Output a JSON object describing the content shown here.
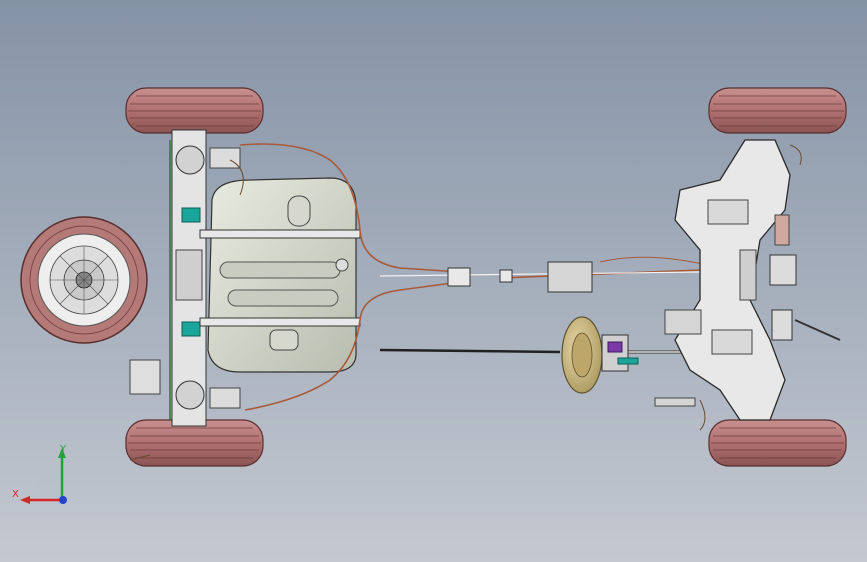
{
  "viewport": {
    "background_top": "#8593a6",
    "background_bottom": "#c4c9d1"
  },
  "colors": {
    "tire": "#b87c7c",
    "tire_dark": "#7a4646",
    "tank": "#d9dccf",
    "frame": "#e6e6e6",
    "line_brake": "#a85a3a",
    "accent_teal": "#1aa59a",
    "accent_purple": "#7a3aa6",
    "differential": "#c8b47a"
  },
  "axis_triad": {
    "x_label": "X",
    "y_label": "Y",
    "x_color": "#d6262a",
    "y_color": "#22a33a",
    "z_color": "#2244cc"
  },
  "scene_parts": [
    "spare-wheel",
    "front-left-tire",
    "front-right-tire",
    "rear-left-tire",
    "rear-right-tire",
    "fuel-tank",
    "rear-axle",
    "front-subframe",
    "drive-shaft",
    "differential-housing",
    "brake-lines",
    "exhaust-pipe"
  ]
}
